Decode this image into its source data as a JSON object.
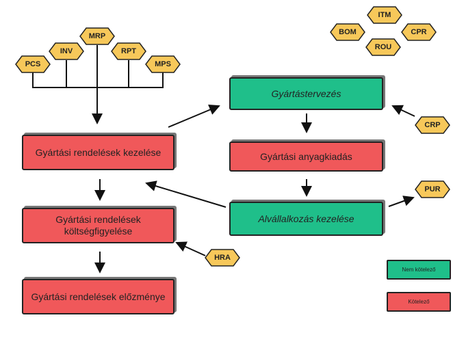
{
  "modules": {
    "pcs": "PCS",
    "inv": "INV",
    "mrp": "MRP",
    "rpt": "RPT",
    "mps": "MPS",
    "itm": "ITM",
    "bom": "BOM",
    "cpr": "CPR",
    "rou": "ROU",
    "crp": "CRP",
    "pur": "PUR",
    "hra": "HRA"
  },
  "processes": {
    "order_management": "Gyártási rendelések kezelése",
    "cost_monitoring": "Gyártási rendelések költségfigyelése",
    "order_history": "Gyártási rendelések előzménye",
    "production_planning": "Gyártástervezés",
    "material_issue": "Gyártási anyagkiadás",
    "subcontracting": "Alvállalkozás kezelése"
  },
  "legend": {
    "optional": "Nem kötelező",
    "mandatory": "Kötelező"
  },
  "colors": {
    "mandatory": "#f0585a",
    "optional": "#1fbf8a",
    "module": "#f7c85a"
  }
}
